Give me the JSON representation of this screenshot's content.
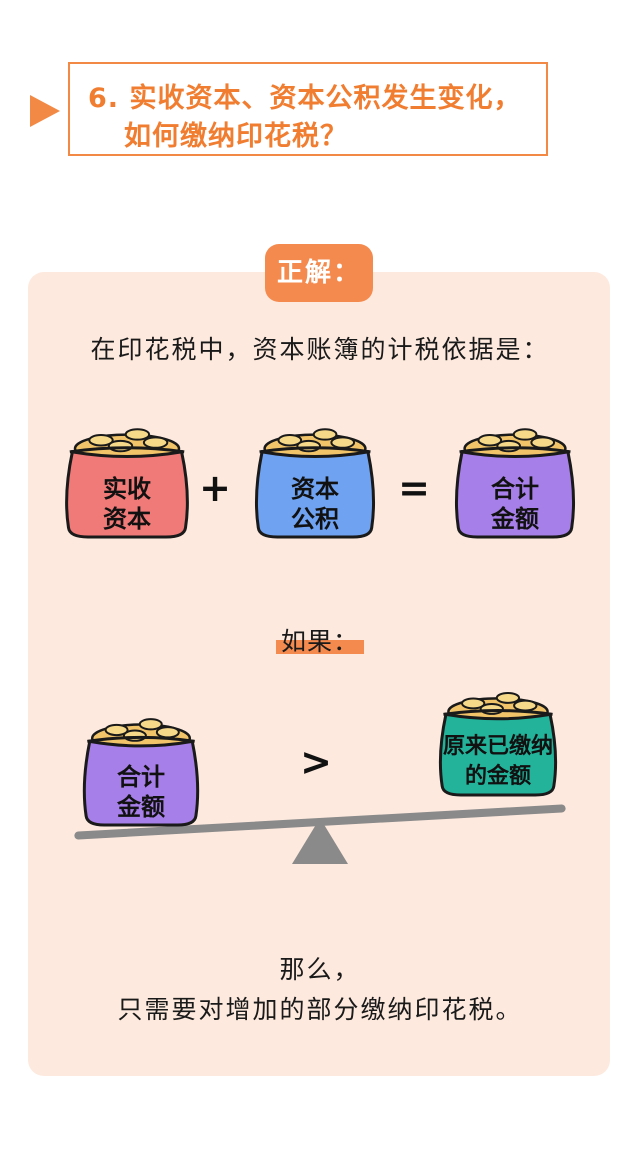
{
  "title": {
    "line1": "6. 实收资本、资本公积发生变化，",
    "line2": "如何缴纳印花税？"
  },
  "badge": "正解：",
  "intro": "在印花税中，资本账簿的计税依据是：",
  "formula": {
    "bag1": {
      "line1": "实收",
      "line2": "资本",
      "color": "#f07a78"
    },
    "plus": "+",
    "bag2": {
      "line1": "资本",
      "line2": "公积",
      "color": "#6fa2f0"
    },
    "equals": "=",
    "bag3": {
      "line1": "合计",
      "line2": "金额",
      "color": "#a77fe8"
    }
  },
  "if_label": "如果：",
  "comparison": {
    "left": {
      "line1": "合计",
      "line2": "金额",
      "color": "#a77fe8"
    },
    "operator": ">",
    "right": {
      "line1": "原来已缴纳",
      "line2": "的金额",
      "color": "#22b39a"
    }
  },
  "conclusion": {
    "line1": "那么，",
    "line2": "只需要对增加的部分缴纳印花税。"
  },
  "colors": {
    "accent": "#f28a45",
    "card": "#fde9de",
    "coin": "#f2c46a"
  }
}
